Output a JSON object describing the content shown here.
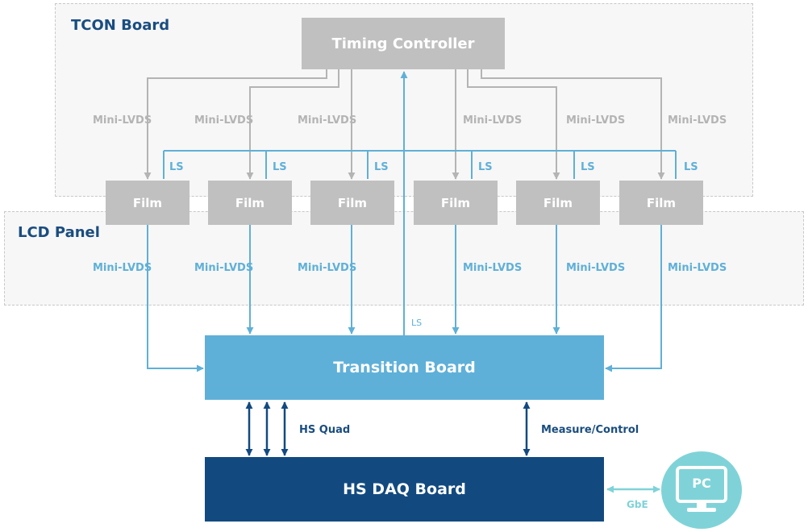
{
  "regions": {
    "tcon": "TCON Board",
    "lcd": "LCD Panel"
  },
  "blocks": {
    "timing_controller": "Timing Controller",
    "film": "Film",
    "transition_board": "Transition Board",
    "hs_daq_board": "HS DAQ Board",
    "pc": "PC"
  },
  "links": {
    "mini_lvds": "Mini-LVDS",
    "ls": "LS",
    "hs_quad": "HS Quad",
    "measure_control": "Measure/Control",
    "gbe": "GbE"
  },
  "colors": {
    "gray": "#c0c0c0",
    "light_blue": "#5fb0d8",
    "navy": "#124a80",
    "teal": "#7fd3d8"
  },
  "icons": {
    "pc": "monitor-icon"
  }
}
